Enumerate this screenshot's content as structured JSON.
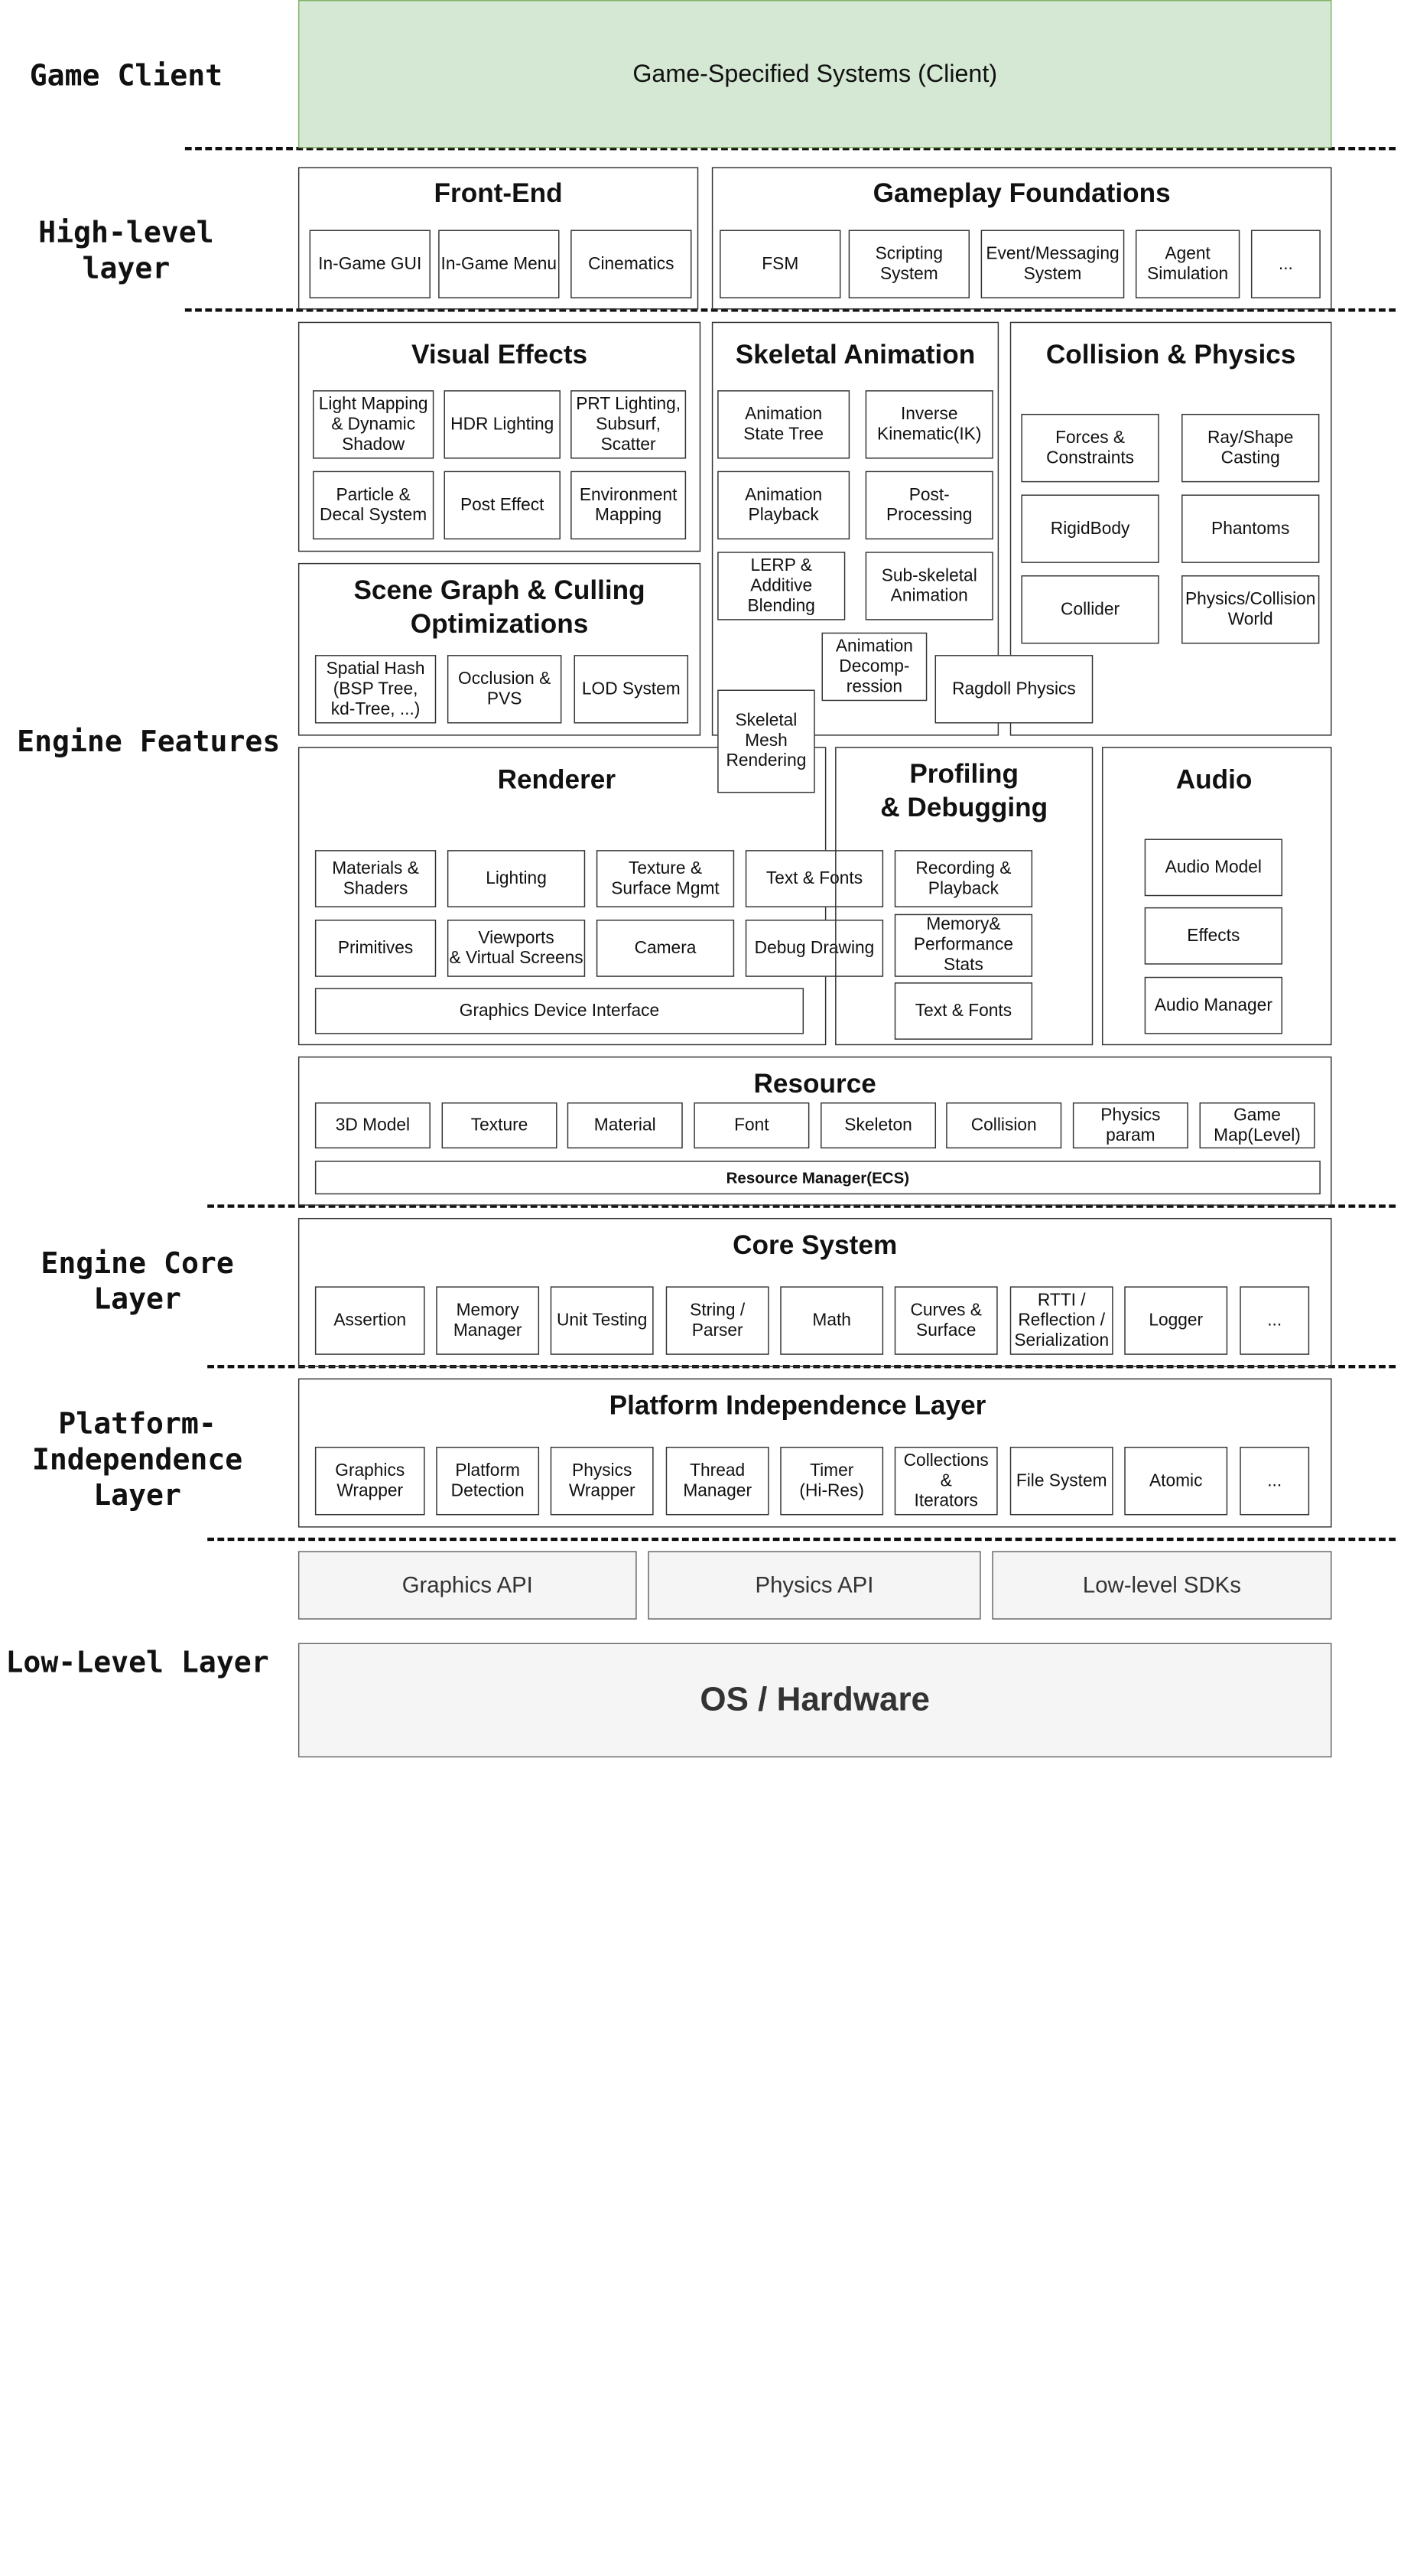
{
  "layers": {
    "game_client": "Game Client",
    "high_level": "High-level layer",
    "engine_features": "Engine Features",
    "engine_core": "Engine Core\nLayer",
    "platform_independence": "Platform-\nIndependence\nLayer",
    "low_level": "Low-Level Layer"
  },
  "client": {
    "systems": "Game-Specified Systems (Client)"
  },
  "front_end": {
    "title": "Front-End",
    "items": [
      "In-Game GUI",
      "In-Game Menu",
      "Cinematics"
    ]
  },
  "gameplay": {
    "title": "Gameplay Foundations",
    "items": [
      "FSM",
      "Scripting\nSystem",
      "Event/Messaging\nSystem",
      "Agent\nSimulation",
      "..."
    ]
  },
  "visual_effects": {
    "title": "Visual Effects",
    "items": [
      "Light Mapping\n& Dynamic\nShadow",
      "HDR Lighting",
      "PRT Lighting,\nSubsurf,\nScatter",
      "Particle &\nDecal System",
      "Post Effect",
      "Environment\nMapping"
    ]
  },
  "skeletal": {
    "title": "Skeletal Animation",
    "items": [
      "Animation\nState Tree",
      "Inverse\nKinematic(IK)",
      "Animation\nPlayback",
      "Post-\nProcessing",
      "LERP &\nAdditive\nBlending",
      "Sub-skeletal\nAnimation",
      "Animation\nDecomp-\nression",
      "Skeletal\nMesh\nRendering"
    ]
  },
  "collision": {
    "title": "Collision & Physics",
    "items": [
      "Forces &\nConstraints",
      "Ray/Shape\nCasting",
      "RigidBody",
      "Phantoms",
      "Collider",
      "Physics/Collision\nWorld",
      "Ragdoll Physics"
    ]
  },
  "scene_graph": {
    "title": "Scene Graph & Culling\nOptimizations",
    "items": [
      "Spatial Hash\n(BSP Tree,\nkd-Tree, ...)",
      "Occlusion &\nPVS",
      "LOD System"
    ]
  },
  "renderer": {
    "title": "Renderer",
    "items": [
      "Materials &\nShaders",
      "Lighting",
      "Texture &\nSurface Mgmt",
      "Text & Fonts",
      "Primitives",
      "Viewports\n& Virtual Screens",
      "Camera",
      "Debug Drawing",
      "Graphics Device Interface"
    ]
  },
  "profiling": {
    "title": "Profiling\n& Debugging",
    "items": [
      "Recording &\nPlayback",
      "Memory&\nPerformance\nStats",
      "Text & Fonts"
    ]
  },
  "audio": {
    "title": "Audio",
    "items": [
      "Audio Model",
      "Effects",
      "Audio Manager"
    ]
  },
  "resource": {
    "title": "Resource",
    "items": [
      "3D Model",
      "Texture",
      "Material",
      "Font",
      "Skeleton",
      "Collision",
      "Physics\nparam",
      "Game\nMap(Level)"
    ],
    "manager": "Resource Manager(ECS)"
  },
  "core": {
    "title": "Core System",
    "items": [
      "Assertion",
      "Memory\nManager",
      "Unit Testing",
      "String /\nParser",
      "Math",
      "Curves &\nSurface",
      "RTTI /\nReflection /\nSerialization",
      "Logger",
      "..."
    ]
  },
  "platform": {
    "title": "Platform Independence Layer",
    "items": [
      "Graphics\nWrapper",
      "Platform\nDetection",
      "Physics\nWrapper",
      "Thread\nManager",
      "Timer\n(Hi-Res)",
      "Collections &\nIterators",
      "File System",
      "Atomic",
      "..."
    ]
  },
  "low_level": {
    "apis": [
      "Graphics API",
      "Physics API",
      "Low-level SDKs"
    ],
    "os": "OS / Hardware"
  }
}
